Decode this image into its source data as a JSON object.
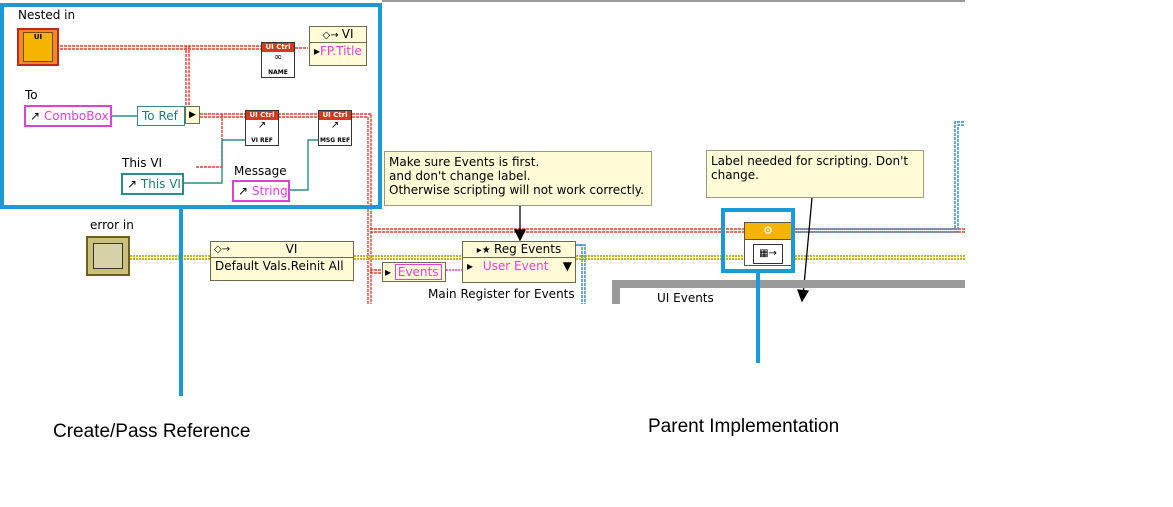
{
  "diagram": {
    "labels": {
      "nested_in": "Nested in",
      "to": "To",
      "this_vi_label": "This VI",
      "message_label": "Message",
      "error_in": "error in",
      "ui_events": "UI Events",
      "main_register": "Main Register for Events"
    },
    "controls": {
      "combobox": "ComboBox",
      "to_ref": "To Ref",
      "this_vi": "This VI",
      "string": "String",
      "events": "Events"
    },
    "nodes": {
      "vi_prop_header": "VI",
      "fp_title": "FP.Title",
      "default_vi_header": "VI",
      "default_vals": "Default Vals.Reinit All",
      "reg_events_header": "Reg Events",
      "user_event": "User Event"
    },
    "ui_ctrl": {
      "tag": "UI Ctrl",
      "name": "NAME",
      "vi_ref": "VI REF",
      "msg_ref": "MSG REF"
    },
    "vi_icon_text": "UI",
    "comments": {
      "events_first": "Make sure Events is first.\nand don't change label.\nOtherwise scripting will not work correctly.",
      "label_needed": "Label needed for scripting. Don't\nchange."
    }
  },
  "captions": {
    "create_pass": "Create/Pass Reference",
    "parent_impl": "Parent Implementation"
  },
  "colors": {
    "highlight": "#1a9bd7",
    "reference_wire": "#e53b2f",
    "error_wire": "#c9b21f",
    "event_wire": "#2f86c9",
    "string_wire": "#e040d8",
    "ref_wire_teal": "#2a8b8b"
  }
}
